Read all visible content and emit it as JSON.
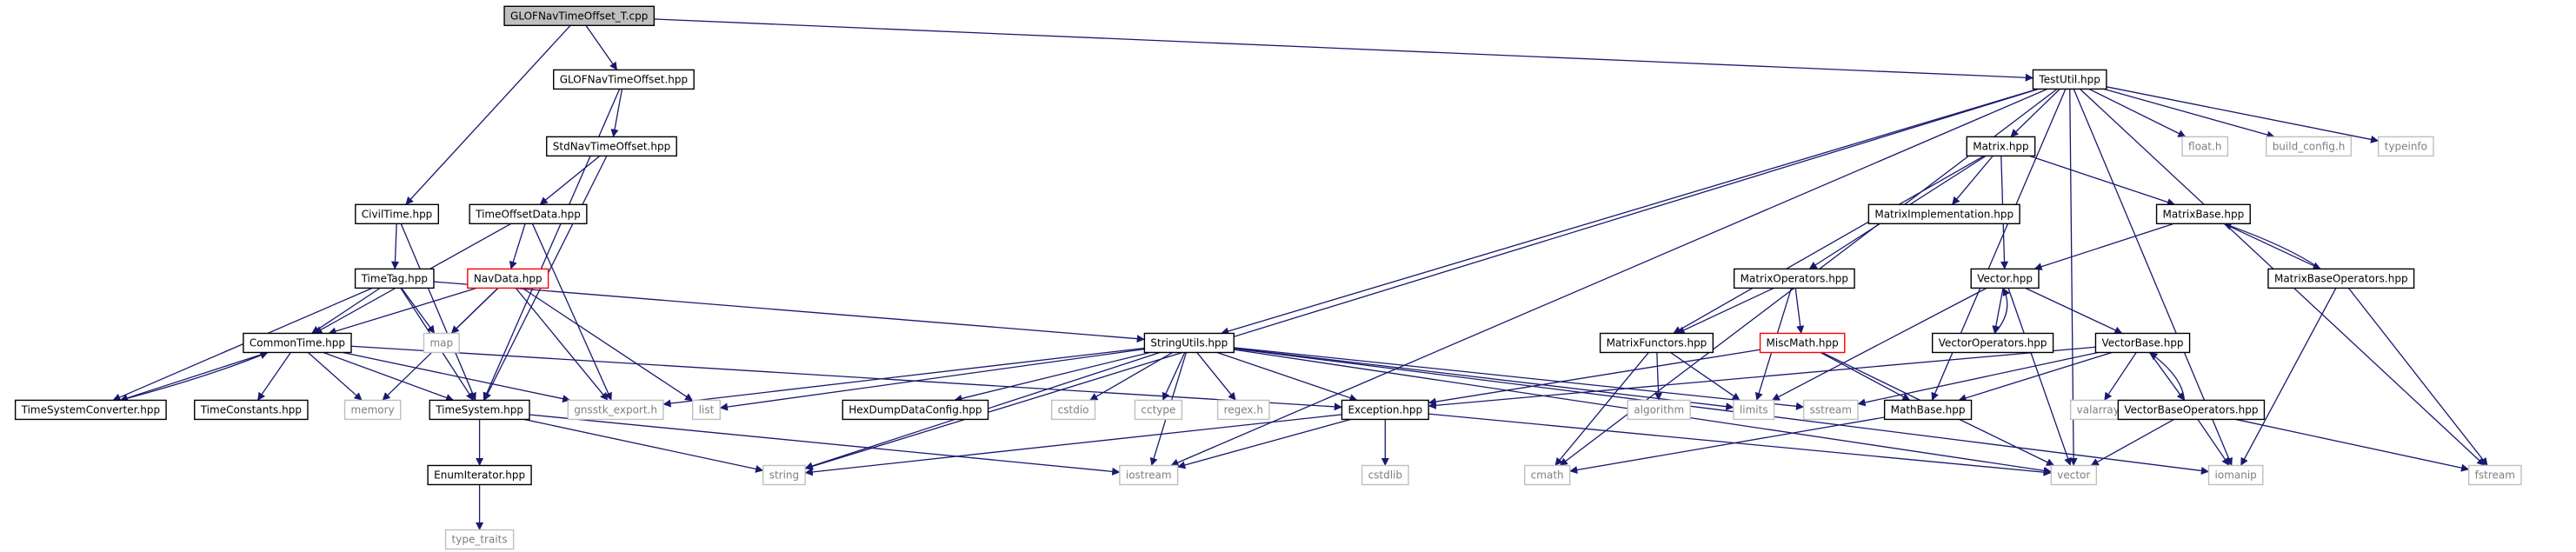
{
  "diagram": {
    "title": "",
    "nodes": [
      {
        "id": "root",
        "label": "GLOFNavTimeOffset_T.cpp",
        "kind": "root"
      },
      {
        "id": "glofnto",
        "label": "GLOFNavTimeOffset.hpp",
        "kind": "normal"
      },
      {
        "id": "testutil",
        "label": "TestUtil.hpp",
        "kind": "normal"
      },
      {
        "id": "stdnto",
        "label": "StdNavTimeOffset.hpp",
        "kind": "normal"
      },
      {
        "id": "civiltime",
        "label": "CivilTime.hpp",
        "kind": "normal"
      },
      {
        "id": "timeoffsetdata",
        "label": "TimeOffsetData.hpp",
        "kind": "normal"
      },
      {
        "id": "timetag",
        "label": "TimeTag.hpp",
        "kind": "normal"
      },
      {
        "id": "navdata",
        "label": "NavData.hpp",
        "kind": "missing"
      },
      {
        "id": "map",
        "label": "map",
        "kind": "system"
      },
      {
        "id": "commontime",
        "label": "CommonTime.hpp",
        "kind": "normal"
      },
      {
        "id": "tsconv",
        "label": "TimeSystemConverter.hpp",
        "kind": "normal"
      },
      {
        "id": "timeconst",
        "label": "TimeConstants.hpp",
        "kind": "normal"
      },
      {
        "id": "memory",
        "label": "memory",
        "kind": "system"
      },
      {
        "id": "timesystem",
        "label": "TimeSystem.hpp",
        "kind": "normal"
      },
      {
        "id": "gnsstk_export",
        "label": "gnsstk_export.h",
        "kind": "system"
      },
      {
        "id": "enumiter",
        "label": "EnumIterator.hpp",
        "kind": "normal"
      },
      {
        "id": "type_traits",
        "label": "type_traits",
        "kind": "system"
      },
      {
        "id": "stringutils",
        "label": "StringUtils.hpp",
        "kind": "normal"
      },
      {
        "id": "list",
        "label": "list",
        "kind": "system"
      },
      {
        "id": "hexdump",
        "label": "HexDumpDataConfig.hpp",
        "kind": "normal"
      },
      {
        "id": "cstdio",
        "label": "cstdio",
        "kind": "system"
      },
      {
        "id": "cctype",
        "label": "cctype",
        "kind": "system"
      },
      {
        "id": "regex",
        "label": "regex.h",
        "kind": "system"
      },
      {
        "id": "exception",
        "label": "Exception.hpp",
        "kind": "normal"
      },
      {
        "id": "string",
        "label": "string",
        "kind": "system"
      },
      {
        "id": "iostream",
        "label": "iostream",
        "kind": "system"
      },
      {
        "id": "cstdlib",
        "label": "cstdlib",
        "kind": "system"
      },
      {
        "id": "cmath",
        "label": "cmath",
        "kind": "system"
      },
      {
        "id": "matrix",
        "label": "Matrix.hpp",
        "kind": "normal"
      },
      {
        "id": "matriximpl",
        "label": "MatrixImplementation.hpp",
        "kind": "normal"
      },
      {
        "id": "matrixops",
        "label": "MatrixOperators.hpp",
        "kind": "normal"
      },
      {
        "id": "matrixfunctors",
        "label": "MatrixFunctors.hpp",
        "kind": "normal"
      },
      {
        "id": "algorithm",
        "label": "algorithm",
        "kind": "system"
      },
      {
        "id": "limits",
        "label": "limits",
        "kind": "system"
      },
      {
        "id": "miscmath",
        "label": "MiscMath.hpp",
        "kind": "missing"
      },
      {
        "id": "sstream",
        "label": "sstream",
        "kind": "system"
      },
      {
        "id": "mathbase",
        "label": "MathBase.hpp",
        "kind": "normal"
      },
      {
        "id": "vector",
        "label": "vector",
        "kind": "system"
      },
      {
        "id": "vectorhpp",
        "label": "Vector.hpp",
        "kind": "normal"
      },
      {
        "id": "vectorops",
        "label": "VectorOperators.hpp",
        "kind": "normal"
      },
      {
        "id": "vectorbase",
        "label": "VectorBase.hpp",
        "kind": "normal"
      },
      {
        "id": "valarray",
        "label": "valarray",
        "kind": "system"
      },
      {
        "id": "vectorbaseops",
        "label": "VectorBaseOperators.hpp",
        "kind": "normal"
      },
      {
        "id": "matrixbase",
        "label": "MatrixBase.hpp",
        "kind": "normal"
      },
      {
        "id": "matrixbaseops",
        "label": "MatrixBaseOperators.hpp",
        "kind": "normal"
      },
      {
        "id": "iomanip",
        "label": "iomanip",
        "kind": "system"
      },
      {
        "id": "fstream",
        "label": "fstream",
        "kind": "system"
      },
      {
        "id": "float_h",
        "label": "float.h",
        "kind": "system"
      },
      {
        "id": "build_config",
        "label": "build_config.h",
        "kind": "system"
      },
      {
        "id": "typeinfo",
        "label": "typeinfo",
        "kind": "system"
      }
    ],
    "edges": [
      [
        "root",
        "glofnto"
      ],
      [
        "root",
        "testutil"
      ],
      [
        "root",
        "civiltime"
      ],
      [
        "glofnto",
        "stdnto"
      ],
      [
        "glofnto",
        "timesystem"
      ],
      [
        "stdnto",
        "timeoffsetdata"
      ],
      [
        "stdnto",
        "timesystem"
      ],
      [
        "timeoffsetdata",
        "navdata"
      ],
      [
        "timeoffsetdata",
        "commontime"
      ],
      [
        "timeoffsetdata",
        "gnsstk_export"
      ],
      [
        "civiltime",
        "timetag"
      ],
      [
        "civiltime",
        "timesystem"
      ],
      [
        "timetag",
        "commontime"
      ],
      [
        "timetag",
        "map"
      ],
      [
        "timetag",
        "timesystem"
      ],
      [
        "timetag",
        "tsconv"
      ],
      [
        "timetag",
        "stringutils"
      ],
      [
        "navdata",
        "map"
      ],
      [
        "navdata",
        "commontime"
      ],
      [
        "navdata",
        "memory"
      ],
      [
        "navdata",
        "list"
      ],
      [
        "navdata",
        "gnsstk_export"
      ],
      [
        "commontime",
        "tsconv"
      ],
      [
        "commontime",
        "timeconst"
      ],
      [
        "commontime",
        "memory"
      ],
      [
        "commontime",
        "timesystem"
      ],
      [
        "commontime",
        "gnsstk_export"
      ],
      [
        "commontime",
        "exception"
      ],
      [
        "tsconv",
        "commontime"
      ],
      [
        "timesystem",
        "enumiter"
      ],
      [
        "timesystem",
        "string"
      ],
      [
        "timesystem",
        "iostream"
      ],
      [
        "enumiter",
        "type_traits"
      ],
      [
        "stringutils",
        "list"
      ],
      [
        "stringutils",
        "gnsstk_export"
      ],
      [
        "stringutils",
        "hexdump"
      ],
      [
        "stringutils",
        "cstdio"
      ],
      [
        "stringutils",
        "cctype"
      ],
      [
        "stringutils",
        "regex"
      ],
      [
        "stringutils",
        "exception"
      ],
      [
        "stringutils",
        "string"
      ],
      [
        "stringutils",
        "iostream"
      ],
      [
        "stringutils",
        "limits"
      ],
      [
        "stringutils",
        "sstream"
      ],
      [
        "stringutils",
        "iomanip"
      ],
      [
        "stringutils",
        "vector"
      ],
      [
        "exception",
        "string"
      ],
      [
        "exception",
        "iostream"
      ],
      [
        "exception",
        "cstdlib"
      ],
      [
        "exception",
        "vector"
      ],
      [
        "testutil",
        "stringutils"
      ],
      [
        "testutil",
        "string"
      ],
      [
        "testutil",
        "iostream"
      ],
      [
        "testutil",
        "cmath"
      ],
      [
        "testutil",
        "matrix"
      ],
      [
        "testutil",
        "mathbase"
      ],
      [
        "testutil",
        "vector"
      ],
      [
        "testutil",
        "float_h"
      ],
      [
        "testutil",
        "build_config"
      ],
      [
        "testutil",
        "typeinfo"
      ],
      [
        "testutil",
        "iomanip"
      ],
      [
        "testutil",
        "fstream"
      ],
      [
        "matrix",
        "matriximpl"
      ],
      [
        "matrix",
        "matrixops"
      ],
      [
        "matrix",
        "matrixfunctors"
      ],
      [
        "matrix",
        "vectorhpp"
      ],
      [
        "matrix",
        "matrixbase"
      ],
      [
        "matrixops",
        "matrixfunctors"
      ],
      [
        "matrixops",
        "miscmath"
      ],
      [
        "matrixops",
        "limits"
      ],
      [
        "matrixfunctors",
        "algorithm"
      ],
      [
        "matrixfunctors",
        "limits"
      ],
      [
        "matrixfunctors",
        "cmath"
      ],
      [
        "miscmath",
        "exception"
      ],
      [
        "miscmath",
        "mathbase"
      ],
      [
        "miscmath",
        "vector"
      ],
      [
        "mathbase",
        "cmath"
      ],
      [
        "vectorhpp",
        "vectorops"
      ],
      [
        "vectorhpp",
        "vectorbase"
      ],
      [
        "vectorhpp",
        "limits"
      ],
      [
        "vectorhpp",
        "vector"
      ],
      [
        "vectorops",
        "vectorhpp"
      ],
      [
        "vectorbase",
        "valarray"
      ],
      [
        "vectorbase",
        "exception"
      ],
      [
        "vectorbase",
        "vectorbaseops"
      ],
      [
        "vectorbase",
        "mathbase"
      ],
      [
        "vectorbase",
        "sstream"
      ],
      [
        "vectorbaseops",
        "vectorbase"
      ],
      [
        "vectorbaseops",
        "vector"
      ],
      [
        "vectorbaseops",
        "iomanip"
      ],
      [
        "vectorbaseops",
        "fstream"
      ],
      [
        "matrixbase",
        "vectorhpp"
      ],
      [
        "matrixbase",
        "matrixbaseops"
      ],
      [
        "matrixbaseops",
        "matrixbase"
      ],
      [
        "matrixbaseops",
        "iomanip"
      ],
      [
        "matrixbaseops",
        "fstream"
      ]
    ],
    "colors": {
      "edge": "#191970",
      "node_border": "#000000",
      "system_border": "#bfbfbf",
      "system_text": "#7f7f7f",
      "missing_border": "#ff0000",
      "root_fill": "#bfbfbf",
      "text": "#000000"
    }
  }
}
